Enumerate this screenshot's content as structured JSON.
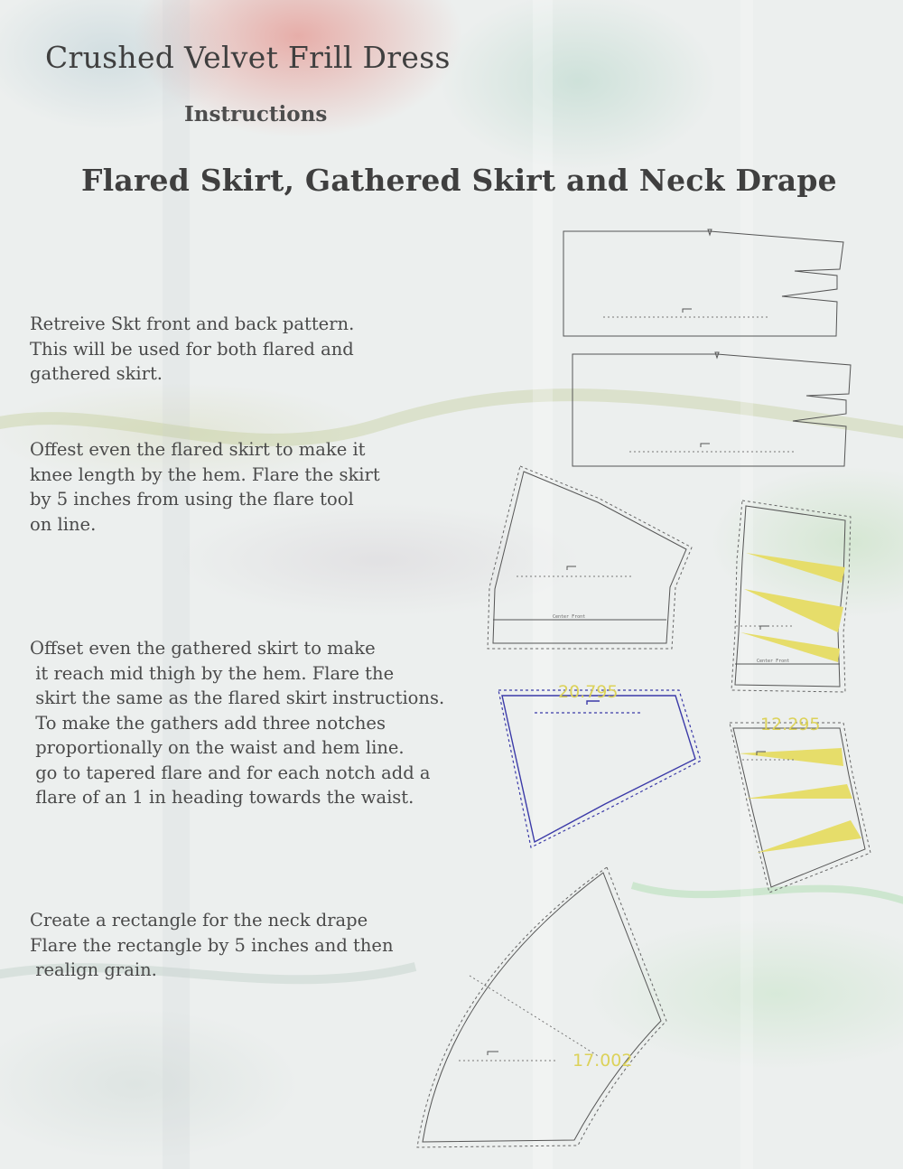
{
  "header": {
    "title": "Crushed Velvet Frill Dress",
    "subtitle": "Instructions",
    "heading": "Flared Skirt, Gathered Skirt and Neck Drape"
  },
  "instructions": [
    {
      "text": "Retreive Skt front and back pattern.\nThis will be used for both flared and\ngathered skirt."
    },
    {
      "text": "Offest even the flared skirt to make it\nknee length by the hem. Flare the skirt\nby 5 inches from using the flare tool\non line."
    },
    {
      "text": "Offset even the gathered skirt to make\n it reach mid thigh by the hem. Flare the\n skirt the same as the flared skirt instructions.\n To make the gathers add three notches\n proportionally on the waist and hem line.\n go to tapered flare and for each notch add a\n flare of an 1 in heading towards the waist."
    },
    {
      "text": "Create a rectangle for the neck drape\nFlare the rectangle by 5 inches and then\n realign grain."
    }
  ],
  "diagram_labels": {
    "flared_front_label": "Center Front",
    "gathered_front_label": "Center Front",
    "gathered_skirt_measure": "20.795",
    "gathered_back_measure": "12.295",
    "neck_drape_measure": "17.002"
  },
  "colors": {
    "outline": "#555555",
    "selected_piece": "#3b3aa8",
    "flare_wedge": "#e6dd6a",
    "measure_text": "#dcd25a"
  }
}
